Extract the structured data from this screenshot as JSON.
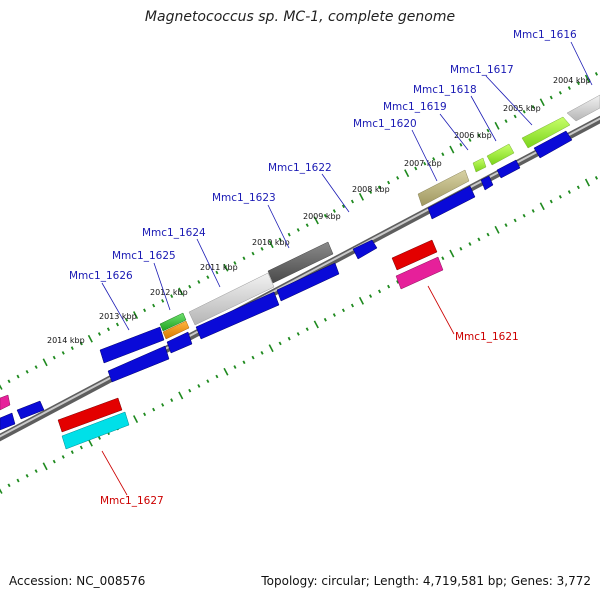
{
  "title": "Magnetococcus sp. MC-1, complete genome",
  "footer": {
    "accession": "Accession: NC_008576",
    "summary": "Topology: circular; Length: 4,719,581 bp; Genes: 3,772"
  },
  "colors": {
    "forward_gene": "#0a0ad8",
    "reverse_gene_red": "#e30000",
    "reverse_gene_pink": "#e6209a",
    "reverse_gene_cyan": "#00e0e8",
    "backbone": "#808080",
    "tick": "#1f8a1f",
    "label_forward": "#1a1ab4",
    "label_reverse": "#cc0000"
  },
  "kbp_labels": [
    "2004 kbp",
    "2005 kbp",
    "2006 kbp",
    "2007 kbp",
    "2008 kbp",
    "2009 kbp",
    "2010 kbp",
    "2011 kbp",
    "2012 kbp",
    "2013 kbp",
    "2014 kbp"
  ],
  "gene_labels_forward": [
    "Mmc1_1616",
    "Mmc1_1617",
    "Mmc1_1618",
    "Mmc1_1619",
    "Mmc1_1620",
    "Mmc1_1622",
    "Mmc1_1623",
    "Mmc1_1624",
    "Mmc1_1625",
    "Mmc1_1626"
  ],
  "gene_labels_reverse": [
    "Mmc1_1621",
    "Mmc1_1627"
  ]
}
